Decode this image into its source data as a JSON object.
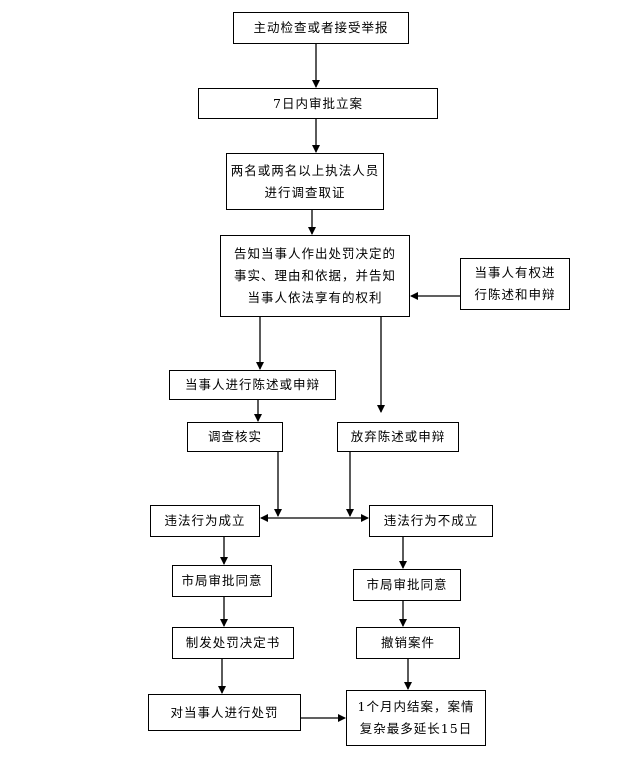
{
  "nodes": {
    "start": "主动检查或者接受举报",
    "approve7": "7日内审批立案",
    "investigate": [
      "两名或两名以上执法人员",
      "进行调查取证"
    ],
    "notify": [
      "告知当事人作出处罚决定的",
      "事实、理由和依据，并告知",
      "当事人依法享有的权利"
    ],
    "right_to_state": [
      "当事人有权进",
      "行陈述和申辩"
    ],
    "party_states": "当事人进行陈述或申辩",
    "verify": "调查核实",
    "waive": "放弃陈述或申辩",
    "established": "违法行为成立",
    "not_established": "违法行为不成立",
    "bureau_approve_left": "市局审批同意",
    "bureau_approve_right": "市局审批同意",
    "issue_decision": "制发处罚决定书",
    "revoke": "撤销案件",
    "punish": "对当事人进行处罚",
    "close_case": [
      "1个月内结案，案情",
      "复杂最多延长15日"
    ]
  }
}
